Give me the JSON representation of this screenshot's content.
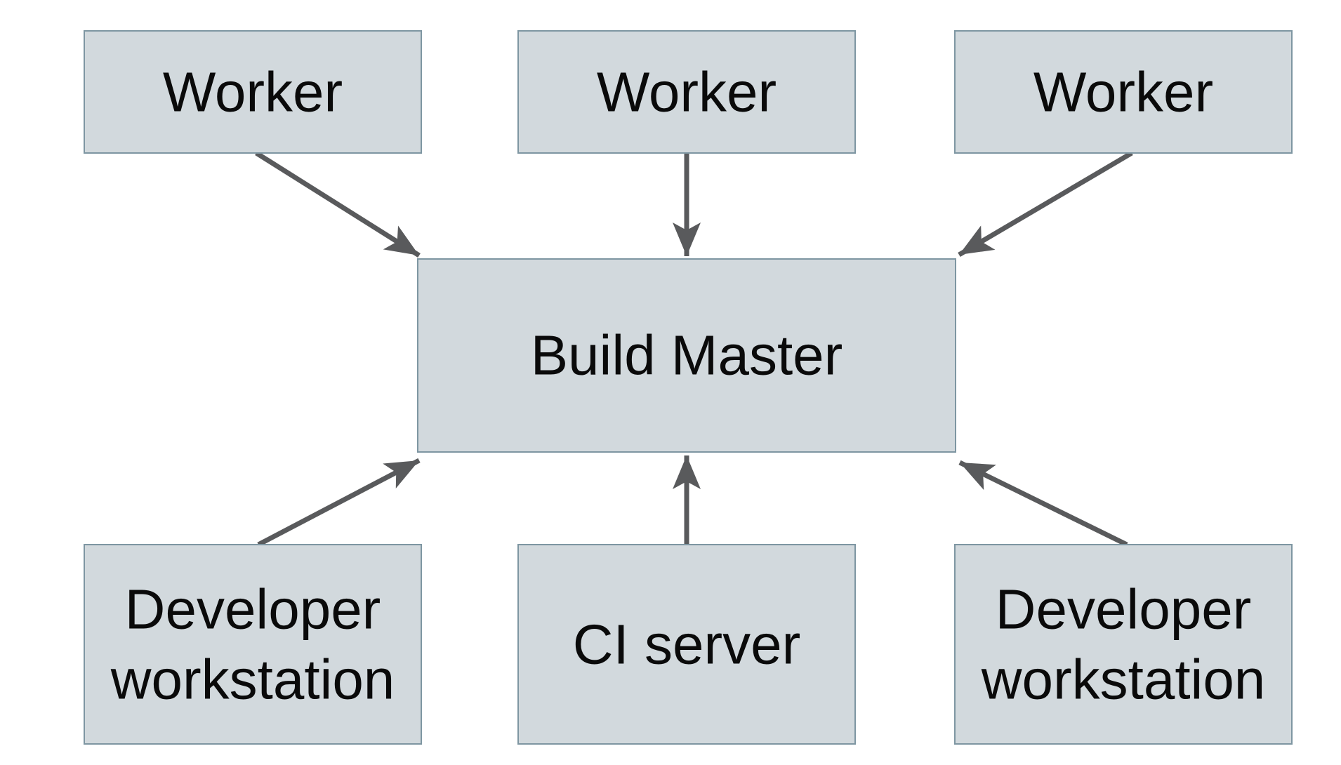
{
  "diagram": {
    "type": "architecture-diagram",
    "colors": {
      "background": "#ffffff",
      "node_fill": "#d2d9dd",
      "node_border": "#7e96a2",
      "arrow": "#595a5c",
      "text": "#0a0a0a"
    },
    "nodes": {
      "worker1": {
        "label": "Worker"
      },
      "worker2": {
        "label": "Worker"
      },
      "worker3": {
        "label": "Worker"
      },
      "build_master": {
        "label": "Build Master"
      },
      "dev_workstation1": {
        "label": "Developer workstation",
        "line1": "Developer",
        "line2": "workstation"
      },
      "ci_server": {
        "label": "CI server"
      },
      "dev_workstation2": {
        "label": "Developer workstation",
        "line1": "Developer",
        "line2": "workstation"
      }
    },
    "edges": [
      {
        "from": "worker1",
        "to": "build_master"
      },
      {
        "from": "worker2",
        "to": "build_master"
      },
      {
        "from": "worker3",
        "to": "build_master"
      },
      {
        "from": "dev_workstation1",
        "to": "build_master"
      },
      {
        "from": "ci_server",
        "to": "build_master"
      },
      {
        "from": "dev_workstation2",
        "to": "build_master"
      }
    ]
  }
}
